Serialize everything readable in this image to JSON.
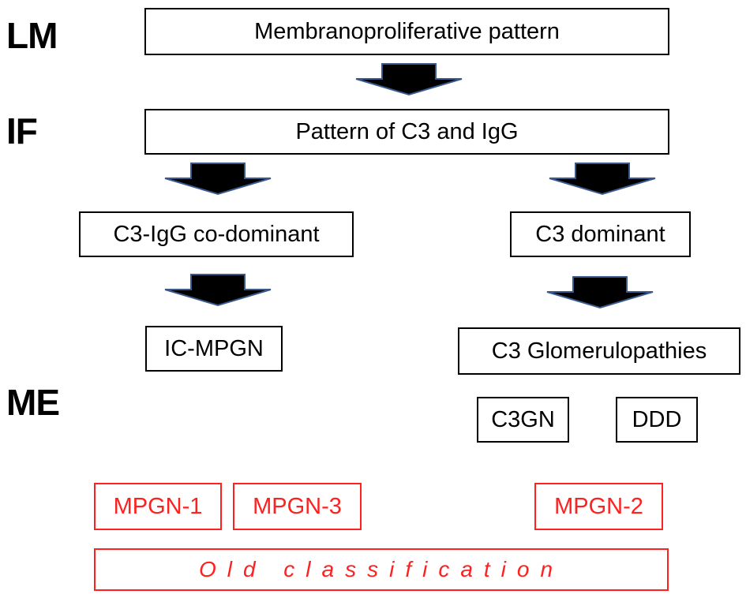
{
  "levels": {
    "lm": "LM",
    "if": "IF",
    "me": "ME"
  },
  "nodes": {
    "membranoproliferative": "Membranoproliferative pattern",
    "pattern_c3_igg": "Pattern of C3 and IgG",
    "c3_igg_codominant": "C3-IgG co-dominant",
    "c3_dominant": "C3 dominant",
    "ic_mpgn": "IC-MPGN",
    "c3_glomerulopathies": "C3 Glomerulopathies",
    "c3gn": "C3GN",
    "ddd": "DDD"
  },
  "old_classification": {
    "mpgn1": "MPGN-1",
    "mpgn3": "MPGN-3",
    "mpgn2": "MPGN-2",
    "label": "Old classification"
  },
  "colors": {
    "arrow_fill": "#000000",
    "arrow_outline": "#3a5a8c",
    "old_red": "#ff2020"
  }
}
